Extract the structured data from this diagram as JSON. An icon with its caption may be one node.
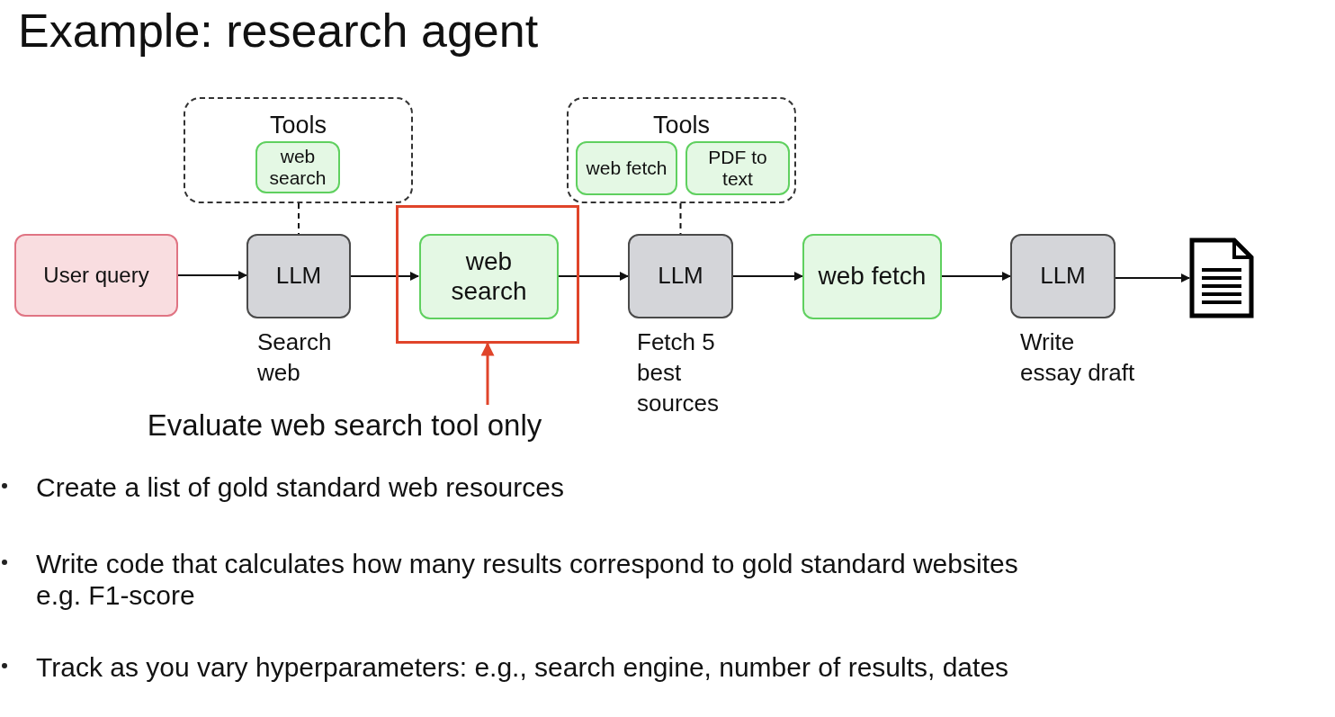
{
  "diagram": {
    "title": "Example: research agent",
    "nodes": [
      {
        "text": [
          "User query"
        ]
      },
      {
        "text": [
          "Tools"
        ]
      },
      {
        "text": [
          "web search"
        ],
        "in": 1
      },
      {
        "text": [
          "LLM"
        ],
        "beside": [
          "Search web"
        ]
      },
      {
        "text": [],
        "shape": "box"
      },
      {
        "text": [
          "web search"
        ],
        "in": 4
      },
      {
        "text": [
          "Evaluate web search tool only"
        ]
      },
      {
        "text": [
          "Tools"
        ]
      },
      {
        "text": [
          "web fetch"
        ],
        "in": 7
      },
      {
        "text": [
          "PDF to text"
        ],
        "in": 7
      },
      {
        "text": [
          "LLM"
        ],
        "beside": [
          "Fetch 5 best sources"
        ]
      },
      {
        "text": [
          "web fetch"
        ]
      },
      {
        "text": [
          "LLM"
        ],
        "beside": [
          "Write essay draft"
        ]
      },
      {
        "text": [],
        "shape": "document"
      }
    ],
    "edges": [
      {
        "from": 0,
        "to": 3,
        "arrow": "to"
      },
      {
        "from": 1,
        "to": 3,
        "arrow": "none",
        "style": "dashed"
      },
      {
        "from": 3,
        "to": 5,
        "arrow": "to"
      },
      {
        "from": 6,
        "to": 4,
        "arrow": "to",
        "color": "#e0442a"
      },
      {
        "from": 5,
        "to": 10,
        "arrow": "to"
      },
      {
        "from": 7,
        "to": 10,
        "arrow": "none",
        "style": "dashed"
      },
      {
        "from": 10,
        "to": 11,
        "arrow": "to"
      },
      {
        "from": 11,
        "to": 12,
        "arrow": "to"
      },
      {
        "from": 12,
        "to": 13,
        "arrow": "to"
      }
    ],
    "labels": [
      "Create a list of gold standard web resources",
      "Write code that calculates how many results correspond to gold standard websites e.g. F1-score",
      "Track as you vary hyperparameters: e.g., search engine, number of results, dates"
    ]
  }
}
